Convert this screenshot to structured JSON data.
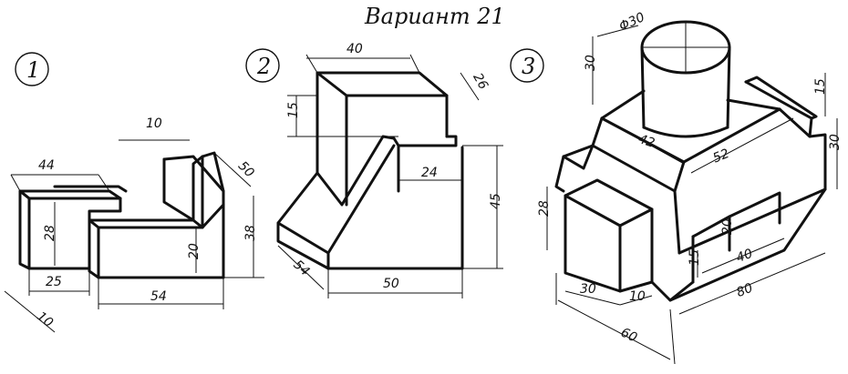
{
  "title": "Вариант 21",
  "colors": {
    "ink": "#111111",
    "paper": "#ffffff"
  },
  "figures": [
    {
      "number": "1",
      "dimensions": {
        "d44": "44",
        "d10": "10",
        "d50": "50",
        "d28": "28",
        "d20": "20",
        "d38": "38",
        "d25": "25",
        "d54": "54",
        "d10b": "10"
      }
    },
    {
      "number": "2",
      "dimensions": {
        "d40": "40",
        "d26": "26",
        "d15": "15",
        "d24": "24",
        "d45": "45",
        "d54": "54",
        "d50": "50"
      }
    },
    {
      "number": "3",
      "dimensions": {
        "phi30": "Φ30",
        "d30h": "30",
        "d42": "42",
        "d52": "52",
        "d15t": "15",
        "d30r": "30",
        "d28": "28",
        "d20": "20",
        "d15": "15",
        "d40": "40",
        "d30": "30",
        "d10": "10",
        "d80": "80",
        "d60": "60"
      }
    }
  ]
}
